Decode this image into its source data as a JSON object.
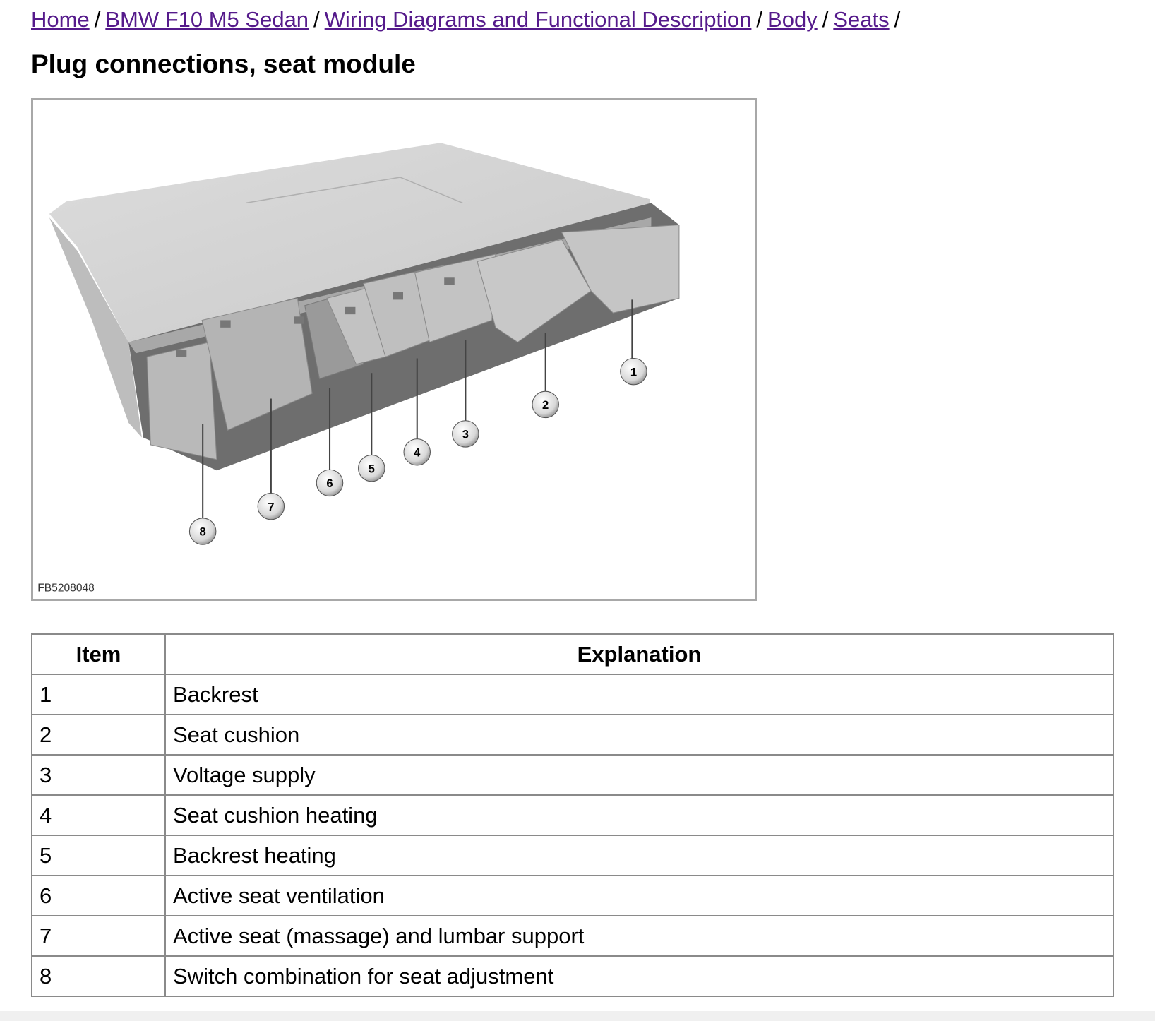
{
  "breadcrumb": {
    "items": [
      {
        "label": "Home"
      },
      {
        "label": "BMW F10 M5 Sedan"
      },
      {
        "label": "Wiring Diagrams and Functional Description"
      },
      {
        "label": "Body"
      },
      {
        "label": "Seats"
      }
    ],
    "separator": "/"
  },
  "page_title": "Plug connections, seat module",
  "figure": {
    "code": "FB5208048",
    "callouts": [
      "1",
      "2",
      "3",
      "4",
      "5",
      "6",
      "7",
      "8"
    ]
  },
  "table": {
    "headers": [
      "Item",
      "Explanation"
    ],
    "rows": [
      {
        "item": "1",
        "explanation": "Backrest"
      },
      {
        "item": "2",
        "explanation": "Seat cushion"
      },
      {
        "item": "3",
        "explanation": "Voltage supply"
      },
      {
        "item": "4",
        "explanation": "Seat cushion heating"
      },
      {
        "item": "5",
        "explanation": "Backrest heating"
      },
      {
        "item": "6",
        "explanation": "Active seat ventilation"
      },
      {
        "item": "7",
        "explanation": "Active seat (massage) and lumbar support"
      },
      {
        "item": "8",
        "explanation": "Switch combination for seat adjustment"
      }
    ]
  }
}
